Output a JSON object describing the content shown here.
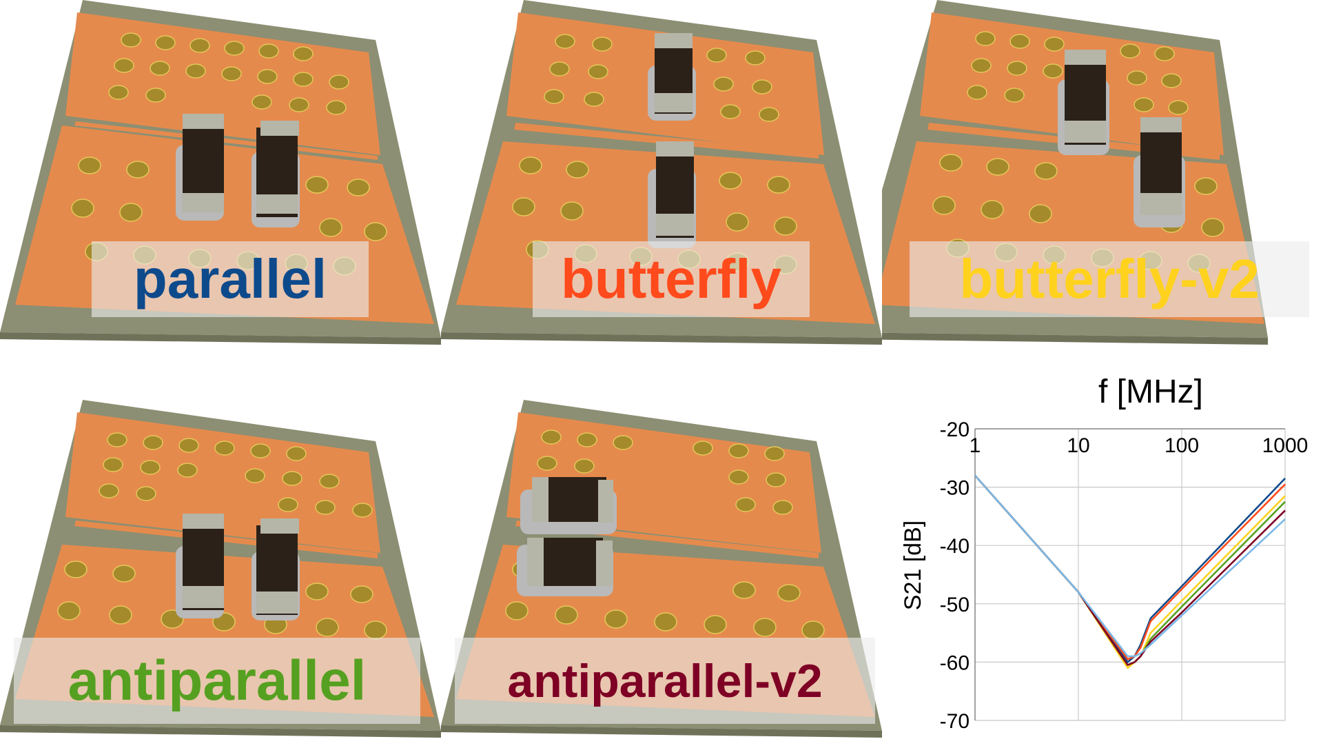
{
  "figure": {
    "panels": [
      {
        "label": "parallel",
        "label_color": "#0d4a8c"
      },
      {
        "label": "butterfly",
        "label_color": "#ff4a1c"
      },
      {
        "label": "butterfly-v2",
        "label_color": "#ffd21e"
      },
      {
        "label": "antiparallel",
        "label_color": "#55a020"
      },
      {
        "label": "antiparallel-v2",
        "label_color": "#7e0025"
      }
    ],
    "colors": {
      "board_base": "#8c8f73",
      "board_side": "#6f7259",
      "copper": "#e58a4d",
      "via_fill": "#a48a2b",
      "capacitor_body": "#2b2119",
      "capacitor_terminal": "#b5b5a8"
    }
  },
  "chart_data": {
    "type": "line",
    "title": "",
    "xlabel": "f [MHz]",
    "ylabel": "S21 [dB]",
    "x_scale": "log",
    "xlim": [
      1,
      1000
    ],
    "ylim": [
      -70,
      -20
    ],
    "x_ticks": [
      "1",
      "10",
      "100",
      "1000"
    ],
    "y_ticks": [
      "-20",
      "-30",
      "-40",
      "-50",
      "-60",
      "-70"
    ],
    "x_axis_position": "top",
    "grid": true,
    "legend": "none",
    "series": [
      {
        "color": "#0d4a8c",
        "x": [
          1,
          10,
          30,
          35,
          40,
          50,
          100,
          1000
        ],
        "y": [
          -28,
          -48,
          -60,
          -59,
          -57,
          -52.5,
          -47,
          -28.5
        ]
      },
      {
        "color": "#ff4a1c",
        "x": [
          1,
          10,
          30,
          35,
          40,
          50,
          100,
          1000
        ],
        "y": [
          -28,
          -48,
          -59.5,
          -59,
          -57.5,
          -53,
          -47.5,
          -29.5
        ]
      },
      {
        "color": "#ffd21e",
        "x": [
          1,
          10,
          30,
          35,
          40,
          50,
          100,
          1000
        ],
        "y": [
          -28,
          -48,
          -61,
          -60,
          -59,
          -55,
          -49.5,
          -31.5
        ]
      },
      {
        "color": "#55a020",
        "x": [
          1,
          10,
          30,
          35,
          40,
          50,
          100,
          1000
        ],
        "y": [
          -28,
          -48,
          -60.5,
          -60,
          -59,
          -56,
          -50.5,
          -32.5
        ]
      },
      {
        "color": "#7e0025",
        "x": [
          1,
          10,
          30,
          35,
          40,
          50,
          100,
          1000
        ],
        "y": [
          -28,
          -48,
          -60.5,
          -60,
          -59,
          -56.5,
          -51.5,
          -34
        ]
      },
      {
        "color": "#7ab8e8",
        "x": [
          1,
          10,
          30,
          35,
          40,
          50,
          100,
          1000
        ],
        "y": [
          -28,
          -48,
          -59,
          -59,
          -58.5,
          -57,
          -52,
          -35.5
        ]
      }
    ]
  }
}
